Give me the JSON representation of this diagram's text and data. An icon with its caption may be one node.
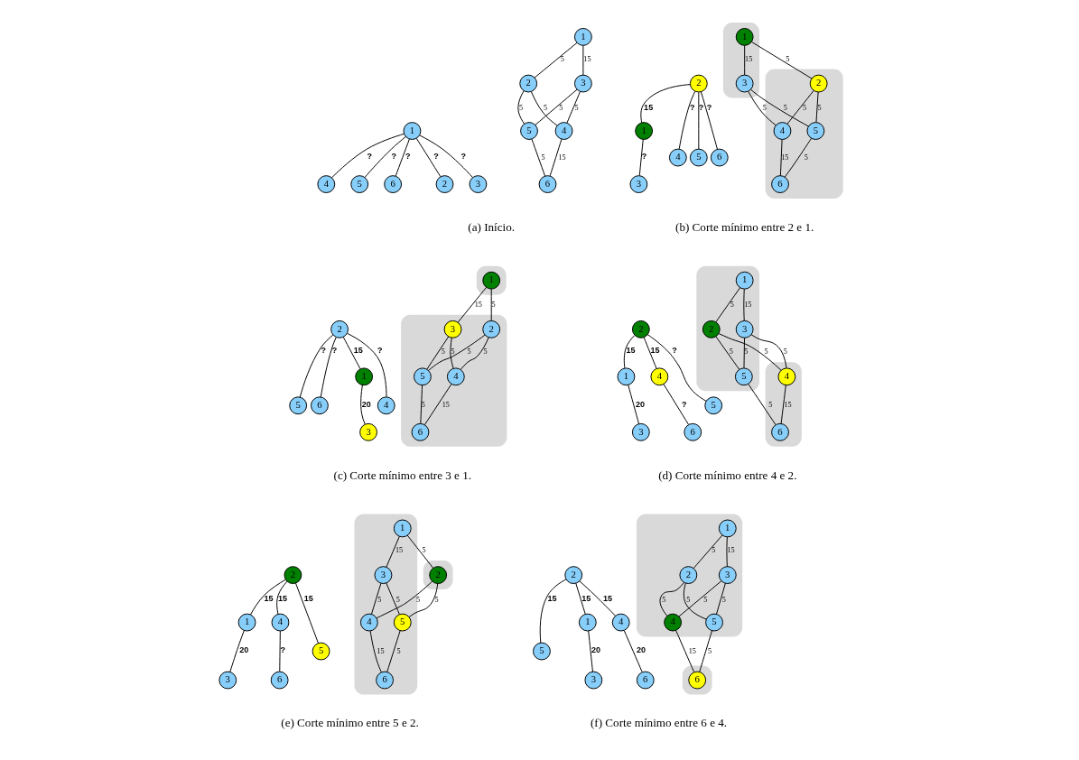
{
  "diagram": {
    "nodes": [
      {
        "text": [
          "1"
        ]
      },
      {
        "text": [
          "2"
        ]
      },
      {
        "text": [
          "3"
        ]
      },
      {
        "text": [
          "4"
        ]
      },
      {
        "text": [
          "5"
        ]
      },
      {
        "text": [
          "6"
        ]
      },
      {
        "text": [
          "1"
        ]
      },
      {
        "text": [
          "2"
        ]
      },
      {
        "text": [
          "3"
        ]
      },
      {
        "text": [
          "4"
        ]
      },
      {
        "text": [
          "5"
        ]
      },
      {
        "text": [
          "6"
        ]
      },
      {
        "text": [],
        "shape": "blob"
      },
      {
        "text": [],
        "shape": "blob"
      },
      {
        "text": [
          "1"
        ],
        "in": 12
      },
      {
        "text": [
          "2"
        ],
        "in": 13
      },
      {
        "text": [
          "3"
        ],
        "in": 12
      },
      {
        "text": [
          "4"
        ],
        "in": 13
      },
      {
        "text": [
          "5"
        ],
        "in": 13
      },
      {
        "text": [
          "6"
        ],
        "in": 13
      },
      {
        "text": [
          "1"
        ]
      },
      {
        "text": [
          "2"
        ]
      },
      {
        "text": [
          "3"
        ]
      },
      {
        "text": [
          "4"
        ]
      },
      {
        "text": [
          "5"
        ]
      },
      {
        "text": [
          "6"
        ]
      },
      {
        "text": [],
        "shape": "blob"
      },
      {
        "text": [],
        "shape": "blob"
      },
      {
        "text": [
          "1"
        ],
        "in": 26
      },
      {
        "text": [
          "2"
        ],
        "in": 27
      },
      {
        "text": [
          "3"
        ],
        "in": 27
      },
      {
        "text": [
          "4"
        ],
        "in": 27
      },
      {
        "text": [
          "5"
        ],
        "in": 27
      },
      {
        "text": [
          "6"
        ],
        "in": 27
      },
      {
        "text": [
          "1"
        ]
      },
      {
        "text": [
          "2"
        ]
      },
      {
        "text": [
          "3"
        ]
      },
      {
        "text": [
          "4"
        ]
      },
      {
        "text": [
          "5"
        ]
      },
      {
        "text": [
          "6"
        ]
      },
      {
        "text": [],
        "shape": "blob"
      },
      {
        "text": [],
        "shape": "blob"
      },
      {
        "text": [
          "1"
        ],
        "in": 40
      },
      {
        "text": [
          "2"
        ],
        "in": 40
      },
      {
        "text": [
          "3"
        ],
        "in": 40
      },
      {
        "text": [
          "4"
        ],
        "in": 41
      },
      {
        "text": [
          "5"
        ],
        "in": 40
      },
      {
        "text": [
          "6"
        ],
        "in": 41
      },
      {
        "text": [
          "1"
        ]
      },
      {
        "text": [
          "2"
        ]
      },
      {
        "text": [
          "3"
        ]
      },
      {
        "text": [
          "4"
        ]
      },
      {
        "text": [
          "5"
        ]
      },
      {
        "text": [
          "6"
        ]
      },
      {
        "text": [],
        "shape": "blob"
      },
      {
        "text": [],
        "shape": "blob"
      },
      {
        "text": [
          "1"
        ],
        "in": 55
      },
      {
        "text": [
          "2"
        ],
        "in": 54
      },
      {
        "text": [
          "3"
        ],
        "in": 55
      },
      {
        "text": [
          "4"
        ],
        "in": 55
      },
      {
        "text": [
          "5"
        ],
        "in": 55
      },
      {
        "text": [
          "6"
        ],
        "in": 55
      },
      {
        "text": [
          "1"
        ]
      },
      {
        "text": [
          "2"
        ]
      },
      {
        "text": [
          "3"
        ]
      },
      {
        "text": [
          "4"
        ]
      },
      {
        "text": [
          "5"
        ]
      },
      {
        "text": [
          "6"
        ]
      },
      {
        "text": [],
        "shape": "blob"
      },
      {
        "text": [],
        "shape": "blob"
      },
      {
        "text": [
          "1"
        ],
        "in": 68
      },
      {
        "text": [
          "2"
        ],
        "in": 68
      },
      {
        "text": [
          "3"
        ],
        "in": 68
      },
      {
        "text": [
          "4"
        ],
        "in": 68
      },
      {
        "text": [
          "5"
        ],
        "in": 68
      },
      {
        "text": [
          "6"
        ],
        "in": 69
      },
      {
        "text": [
          "1"
        ]
      },
      {
        "text": [
          "2"
        ]
      },
      {
        "text": [
          "3"
        ]
      },
      {
        "text": [
          "4"
        ]
      },
      {
        "text": [
          "5"
        ]
      },
      {
        "text": [
          "6"
        ]
      }
    ],
    "edges": [
      {
        "from": 0,
        "to": 1,
        "arrow": "none",
        "label": "5"
      },
      {
        "from": 1,
        "to": 3,
        "arrow": "none",
        "label": "5"
      },
      {
        "from": 3,
        "to": 5,
        "arrow": "none",
        "label": "15"
      },
      {
        "from": 0,
        "to": 2,
        "arrow": "none",
        "label": "15"
      },
      {
        "from": 2,
        "to": 4,
        "arrow": "none",
        "label": "5"
      },
      {
        "from": 4,
        "to": 5,
        "arrow": "none",
        "label": "5"
      },
      {
        "from": 1,
        "to": 4,
        "arrow": "none",
        "label": "5"
      },
      {
        "from": 2,
        "to": 3,
        "arrow": "none",
        "label": "5"
      },
      {
        "from": 6,
        "to": 7,
        "arrow": "none",
        "label": "?"
      },
      {
        "from": 6,
        "to": 9,
        "arrow": "none",
        "label": "?"
      },
      {
        "from": 6,
        "to": 11,
        "arrow": "none",
        "label": "?"
      },
      {
        "from": 6,
        "to": 10,
        "arrow": "none",
        "label": "?"
      },
      {
        "from": 6,
        "to": 8,
        "arrow": "none",
        "label": "?"
      },
      {
        "from": 14,
        "to": 15,
        "arrow": "none",
        "label": "5"
      },
      {
        "from": 15,
        "to": 17,
        "arrow": "none",
        "label": "5"
      },
      {
        "from": 17,
        "to": 19,
        "arrow": "none",
        "label": "15"
      },
      {
        "from": 14,
        "to": 16,
        "arrow": "none",
        "label": "15"
      },
      {
        "from": 16,
        "to": 18,
        "arrow": "none",
        "label": "5"
      },
      {
        "from": 18,
        "to": 19,
        "arrow": "none",
        "label": "5"
      },
      {
        "from": 15,
        "to": 18,
        "arrow": "none",
        "label": "5"
      },
      {
        "from": 16,
        "to": 17,
        "arrow": "none",
        "label": "5"
      },
      {
        "from": 21,
        "to": 23,
        "arrow": "none",
        "label": "?"
      },
      {
        "from": 21,
        "to": 25,
        "arrow": "none",
        "label": "?"
      },
      {
        "from": 21,
        "to": 24,
        "arrow": "none",
        "label": "?"
      },
      {
        "from": 21,
        "to": 20,
        "arrow": "none",
        "label": "15"
      },
      {
        "from": 20,
        "to": 22,
        "arrow": "none",
        "label": "?"
      },
      {
        "from": 28,
        "to": 29,
        "arrow": "none",
        "label": "5"
      },
      {
        "from": 29,
        "to": 31,
        "arrow": "none",
        "label": "5"
      },
      {
        "from": 31,
        "to": 33,
        "arrow": "none",
        "label": "15"
      },
      {
        "from": 28,
        "to": 30,
        "arrow": "none",
        "label": "15"
      },
      {
        "from": 30,
        "to": 32,
        "arrow": "none",
        "label": "5"
      },
      {
        "from": 32,
        "to": 33,
        "arrow": "none",
        "label": "5"
      },
      {
        "from": 29,
        "to": 32,
        "arrow": "none",
        "label": "5"
      },
      {
        "from": 30,
        "to": 31,
        "arrow": "none",
        "label": "5"
      },
      {
        "from": 35,
        "to": 34,
        "arrow": "none",
        "label": "15"
      },
      {
        "from": 35,
        "to": 37,
        "arrow": "none",
        "label": "?"
      },
      {
        "from": 35,
        "to": 39,
        "arrow": "none",
        "label": "?"
      },
      {
        "from": 35,
        "to": 38,
        "arrow": "none",
        "label": "?"
      },
      {
        "from": 34,
        "to": 36,
        "arrow": "none",
        "label": "20"
      },
      {
        "from": 42,
        "to": 43,
        "arrow": "none",
        "label": "5"
      },
      {
        "from": 43,
        "to": 45,
        "arrow": "none",
        "label": "5"
      },
      {
        "from": 45,
        "to": 47,
        "arrow": "none",
        "label": "15"
      },
      {
        "from": 42,
        "to": 44,
        "arrow": "none",
        "label": "15"
      },
      {
        "from": 44,
        "to": 46,
        "arrow": "none",
        "label": "5"
      },
      {
        "from": 46,
        "to": 47,
        "arrow": "none",
        "label": "5"
      },
      {
        "from": 43,
        "to": 46,
        "arrow": "none",
        "label": "5"
      },
      {
        "from": 44,
        "to": 45,
        "arrow": "none",
        "label": "5"
      },
      {
        "from": 49,
        "to": 51,
        "arrow": "none",
        "label": "15"
      },
      {
        "from": 49,
        "to": 48,
        "arrow": "none",
        "label": "15"
      },
      {
        "from": 49,
        "to": 52,
        "arrow": "none",
        "label": "?"
      },
      {
        "from": 51,
        "to": 53,
        "arrow": "none",
        "label": "?"
      },
      {
        "from": 48,
        "to": 50,
        "arrow": "none",
        "label": "20"
      },
      {
        "from": 56,
        "to": 57,
        "arrow": "none",
        "label": "5"
      },
      {
        "from": 57,
        "to": 59,
        "arrow": "none",
        "label": "5"
      },
      {
        "from": 59,
        "to": 61,
        "arrow": "none",
        "label": "15"
      },
      {
        "from": 56,
        "to": 58,
        "arrow": "none",
        "label": "15"
      },
      {
        "from": 58,
        "to": 60,
        "arrow": "none",
        "label": "5"
      },
      {
        "from": 60,
        "to": 61,
        "arrow": "none",
        "label": "5"
      },
      {
        "from": 57,
        "to": 60,
        "arrow": "none",
        "label": "5"
      },
      {
        "from": 58,
        "to": 59,
        "arrow": "none",
        "label": "5"
      },
      {
        "from": 63,
        "to": 65,
        "arrow": "none",
        "label": "15"
      },
      {
        "from": 63,
        "to": 62,
        "arrow": "none",
        "label": "15"
      },
      {
        "from": 63,
        "to": 66,
        "arrow": "none",
        "label": "15"
      },
      {
        "from": 65,
        "to": 67,
        "arrow": "none",
        "label": "?"
      },
      {
        "from": 62,
        "to": 64,
        "arrow": "none",
        "label": "20"
      },
      {
        "from": 70,
        "to": 71,
        "arrow": "none",
        "label": "5"
      },
      {
        "from": 71,
        "to": 73,
        "arrow": "none",
        "label": "5"
      },
      {
        "from": 73,
        "to": 75,
        "arrow": "none",
        "label": "15"
      },
      {
        "from": 70,
        "to": 72,
        "arrow": "none",
        "label": "15"
      },
      {
        "from": 72,
        "to": 74,
        "arrow": "none",
        "label": "5"
      },
      {
        "from": 74,
        "to": 75,
        "arrow": "none",
        "label": "5"
      },
      {
        "from": 71,
        "to": 74,
        "arrow": "none",
        "label": "5"
      },
      {
        "from": 72,
        "to": 73,
        "arrow": "none",
        "label": "5"
      },
      {
        "from": 77,
        "to": 79,
        "arrow": "none",
        "label": "15"
      },
      {
        "from": 79,
        "to": 81,
        "arrow": "none",
        "label": "20"
      },
      {
        "from": 77,
        "to": 76,
        "arrow": "none",
        "label": "15"
      },
      {
        "from": 77,
        "to": 80,
        "arrow": "none",
        "label": "15"
      },
      {
        "from": 76,
        "to": 78,
        "arrow": "none",
        "label": "20"
      }
    ],
    "labels": [
      "(a) Início.",
      "(b) Corte mínimo entre 2 e 1.",
      "(c) Corte mínimo entre 3 e 1.",
      "(d) Corte mínimo entre 4 e 2.",
      "(e) Corte mínimo entre 5 e 2.",
      "(f) Corte mínimo entre 6 e 4."
    ]
  }
}
